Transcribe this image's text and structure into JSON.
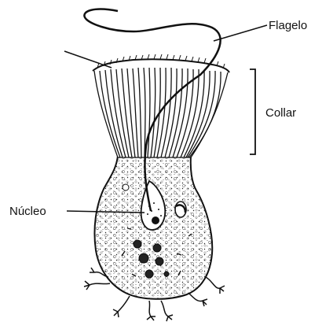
{
  "labels": {
    "flagelo": "Flagelo",
    "collar": "Collar",
    "nucleo": "Núcleo"
  },
  "colors": {
    "ink": "#111111",
    "fill": "#ffffff"
  }
}
